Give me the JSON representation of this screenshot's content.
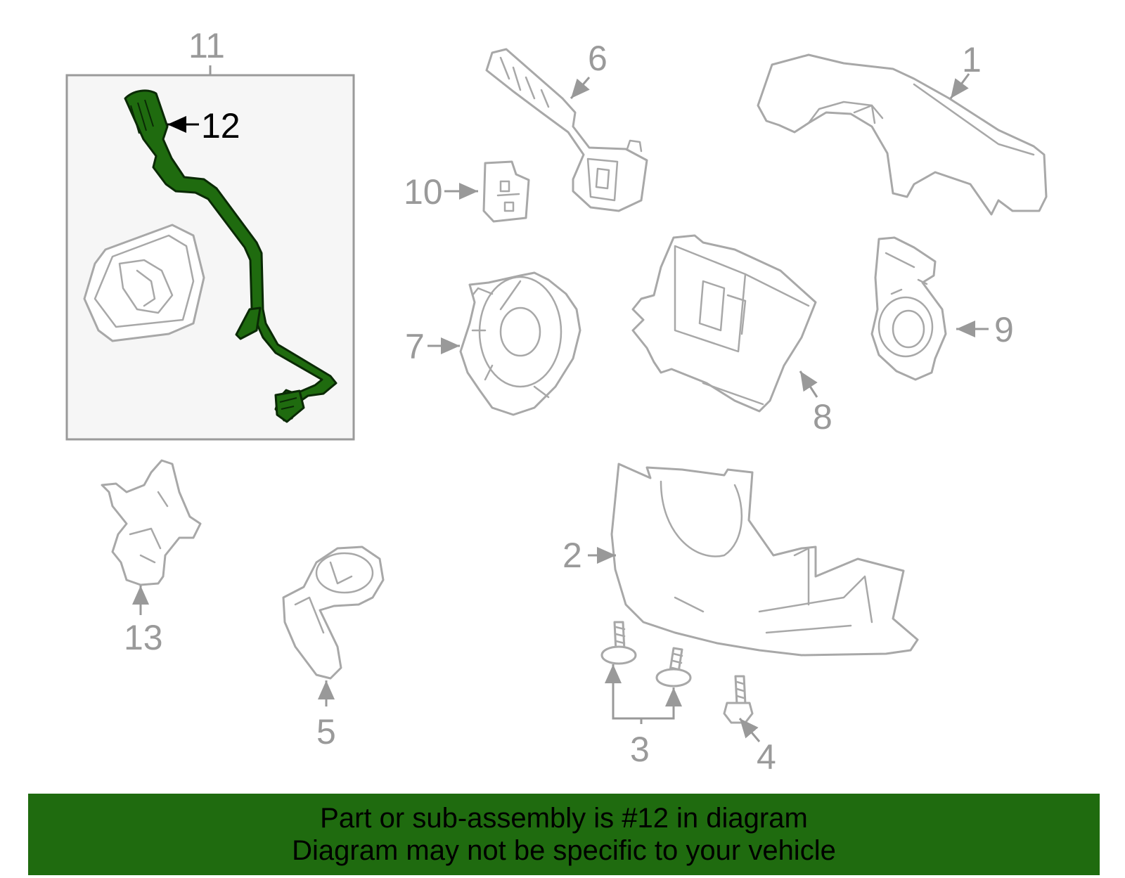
{
  "callouts": {
    "c1": "1",
    "c2": "2",
    "c3": "3",
    "c4": "4",
    "c5": "5",
    "c6": "6",
    "c7": "7",
    "c8": "8",
    "c9": "9",
    "c10": "10",
    "c11": "11",
    "c12": "12",
    "c13": "13"
  },
  "highlight": {
    "color": "#1f6b0f",
    "part": "12"
  },
  "banner": {
    "line1": "Part or sub-assembly is #12 in diagram",
    "line2": "Diagram may not be specific to your vehicle"
  }
}
